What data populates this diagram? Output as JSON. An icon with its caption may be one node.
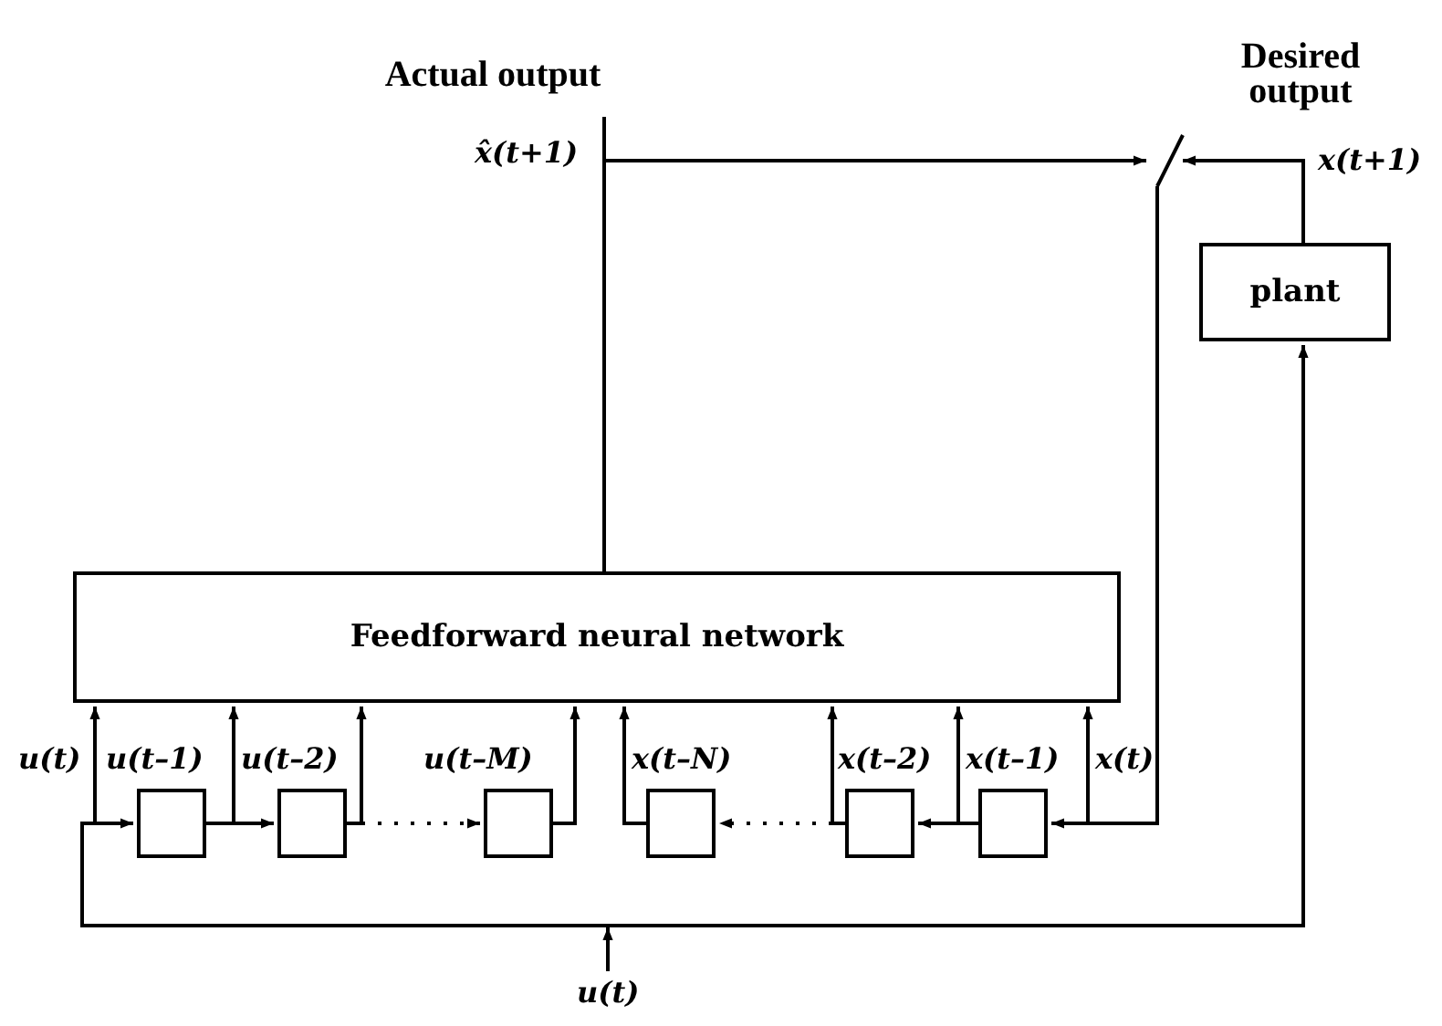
{
  "diagram": {
    "nodes": [
      {
        "text": [
          "Feedforward neural network"
        ]
      },
      {
        "text": [
          "plant"
        ]
      },
      {
        "text": [],
        "shape": "switch"
      },
      {
        "text": [],
        "shape": "box"
      },
      {
        "text": [],
        "shape": "box"
      },
      {
        "text": [],
        "shape": "box"
      },
      {
        "text": [],
        "shape": "box"
      },
      {
        "text": [],
        "shape": "box"
      },
      {
        "text": [],
        "shape": "box"
      },
      {
        "text": [
          "u(t)"
        ]
      }
    ],
    "edges": [
      {
        "from": 0,
        "to": 2,
        "arrow": "to",
        "label": "x̂(t+1)"
      },
      {
        "from": 1,
        "to": 2,
        "arrow": "to",
        "label": "x(t+1)"
      },
      {
        "from": 9,
        "to": 1,
        "arrow": "to"
      },
      {
        "from": 9,
        "to": 0,
        "arrow": "to",
        "label": "u(t)"
      },
      {
        "from": 9,
        "to": 3,
        "arrow": "to"
      },
      {
        "from": 3,
        "to": 0,
        "arrow": "to",
        "label": "u(t–1)"
      },
      {
        "from": 3,
        "to": 4,
        "arrow": "to"
      },
      {
        "from": 4,
        "to": 0,
        "arrow": "to",
        "label": "u(t–2)"
      },
      {
        "from": 4,
        "to": 5,
        "arrow": "to",
        "style": "dashed"
      },
      {
        "from": 5,
        "to": 0,
        "arrow": "to",
        "label": "u(t–M)"
      },
      {
        "from": 2,
        "to": 0,
        "arrow": "to",
        "label": "x(t)"
      },
      {
        "from": 2,
        "to": 8,
        "arrow": "to"
      },
      {
        "from": 8,
        "to": 0,
        "arrow": "to",
        "label": "x(t–1)"
      },
      {
        "from": 8,
        "to": 7,
        "arrow": "to"
      },
      {
        "from": 7,
        "to": 0,
        "arrow": "to",
        "label": "x(t–2)"
      },
      {
        "from": 7,
        "to": 6,
        "arrow": "to",
        "style": "dashed"
      },
      {
        "from": 6,
        "to": 0,
        "arrow": "to",
        "label": "x(t–N)"
      }
    ],
    "labels": [
      "Actual output",
      "Desired output"
    ]
  }
}
